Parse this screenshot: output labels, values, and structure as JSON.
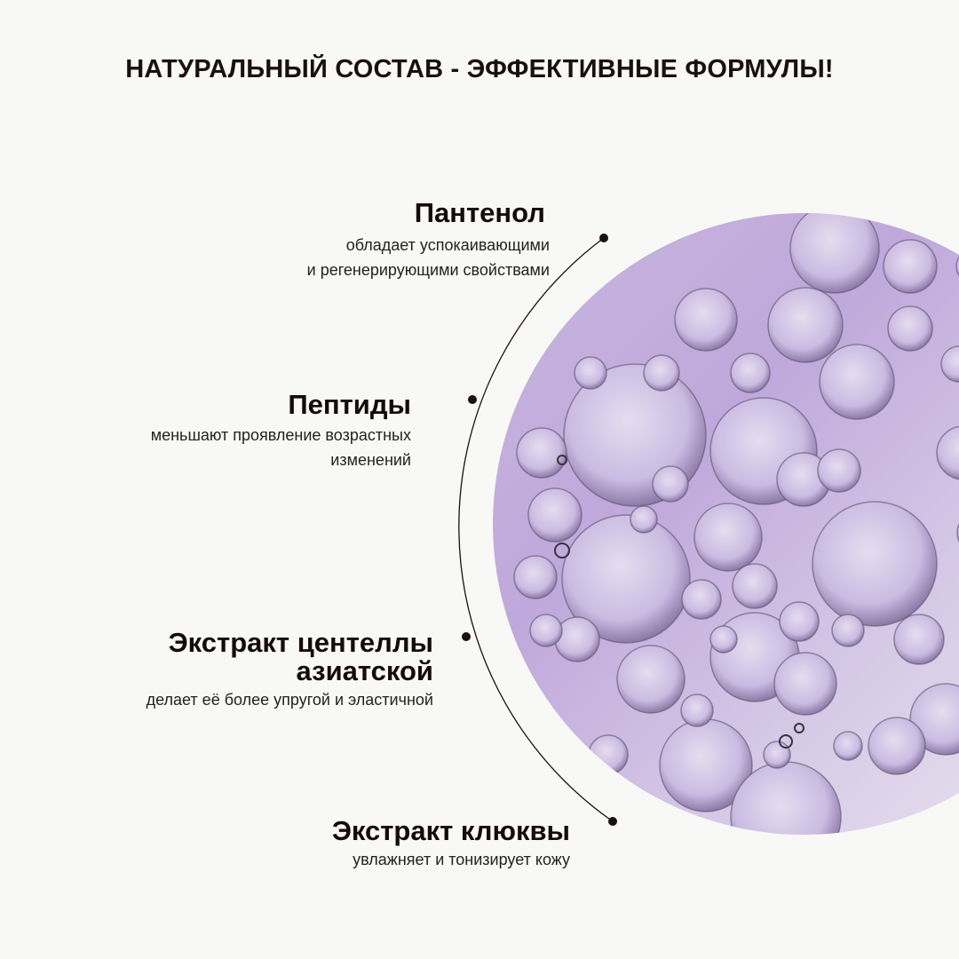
{
  "title": "НАТУРАЛЬНЫЙ СОСТАВ - ЭФФЕКТИВНЫЕ ФОРМУЛЫ!",
  "ingredients": [
    {
      "name": "Пантенол",
      "desc_line1": "обладает успокаивающими",
      "desc_line2": "и регенерирующими свойствами"
    },
    {
      "name": "Пептиды",
      "desc_line1": "меньшают проявление возрастных",
      "desc_line2": "изменений"
    },
    {
      "name_line1": "Экстракт центеллы",
      "name_line2": "азиатской",
      "desc_line1": "делает её более упругой и эластичной"
    },
    {
      "name": "Экстракт клюквы",
      "desc_line1": "увлажняет и тонизирует кожу"
    }
  ],
  "image": {
    "subject": "oil-bubbles-macro-photo",
    "tint": "#c4b0de"
  },
  "colors": {
    "background": "#f8f8f6",
    "text": "#150b0d",
    "accent": "#bfa8db"
  }
}
